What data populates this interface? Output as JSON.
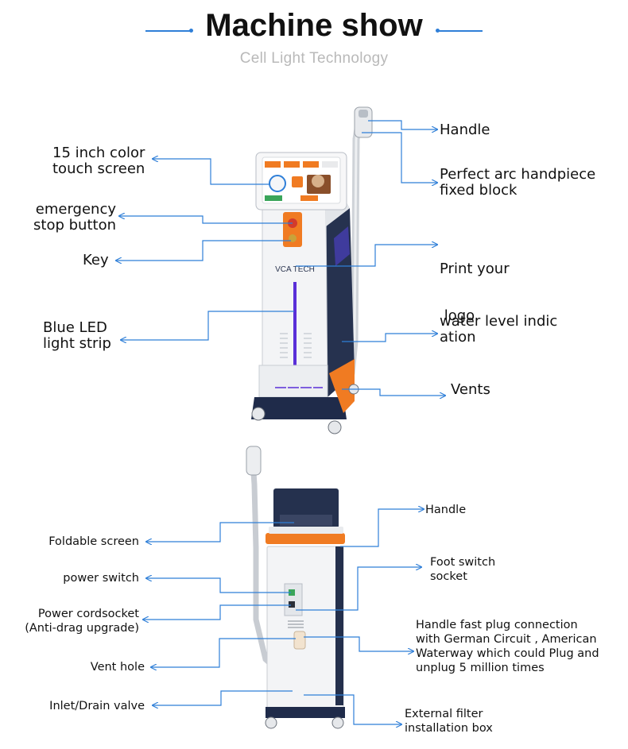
{
  "header": {
    "title": "Machine show",
    "subtitle": "Cell Light  Technology"
  },
  "top_machine": {
    "brand_logo": "VCA TECH",
    "labels": {
      "screen": [
        "15 inch color",
        "touch screen"
      ],
      "emergency": [
        "emergency",
        "stop button"
      ],
      "key": "Key",
      "led": [
        "Blue LED",
        "light strip"
      ],
      "handle": "Handle",
      "arc_block": [
        "Perfect arc handpiece",
        "fixed block"
      ],
      "logo": [
        "Print your",
        " logo"
      ],
      "water": [
        "water level indic",
        "ation"
      ],
      "vents": "Vents"
    }
  },
  "bottom_machine": {
    "labels": {
      "foldable": "Foldable screen",
      "power_switch": "power switch",
      "power_cord": [
        "Power cordsocket",
        "(Anti-drag upgrade)"
      ],
      "vent_hole": "Vent hole",
      "inlet": "Inlet/Drain valve",
      "handle": "Handle",
      "foot_switch": [
        "Foot switch",
        "socket"
      ],
      "fast_plug": [
        "Handle fast plug connection",
        "with German Circuit , American",
        "Waterway which could Plug and",
        "unplug 5 million times"
      ],
      "filter": [
        "External filter",
        "installation box"
      ]
    }
  },
  "colors": {
    "accent_blue": "#2f7fd8",
    "orange": "#f07b22",
    "navy": "#1f2b4a",
    "led_purple": "#5a2fd8"
  }
}
